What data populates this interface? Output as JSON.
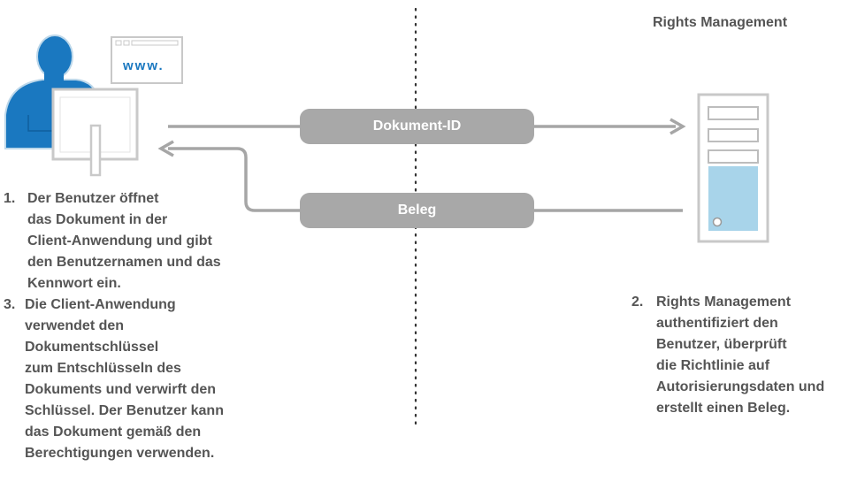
{
  "title": "Rights Management",
  "flows": {
    "request_label": "Dokument-ID",
    "response_label": "Beleg"
  },
  "icons": {
    "user": "user-at-computer-icon",
    "browser_url": "www.",
    "server": "server-icon"
  },
  "colors": {
    "user_blue": "#1778c1",
    "arrow_gray": "#a6a6a6",
    "pill_gray": "#a8a8a8",
    "server_blue": "#a8d4ea"
  },
  "steps": [
    {
      "number": "1.",
      "lines": [
        "Der Benutzer öffnet",
        "das Dokument in der",
        "Client-Anwendung und gibt",
        "den Benutzernamen und das",
        "Kennwort ein."
      ]
    },
    {
      "number": "2.",
      "lines": [
        "Rights Management",
        "authentifiziert den",
        "Benutzer, überprüft",
        "die Richtlinie auf",
        "Autorisierungsdaten und",
        "erstellt einen Beleg."
      ]
    },
    {
      "number": "3.",
      "lines": [
        "Die Client-Anwendung",
        "verwendet den",
        "Dokumentschlüssel",
        "zum Entschlüsseln des",
        "Dokuments und verwirft den",
        "Schlüssel. Der Benutzer kann",
        "das Dokument gemäß den",
        "Berechtigungen verwenden."
      ]
    }
  ]
}
